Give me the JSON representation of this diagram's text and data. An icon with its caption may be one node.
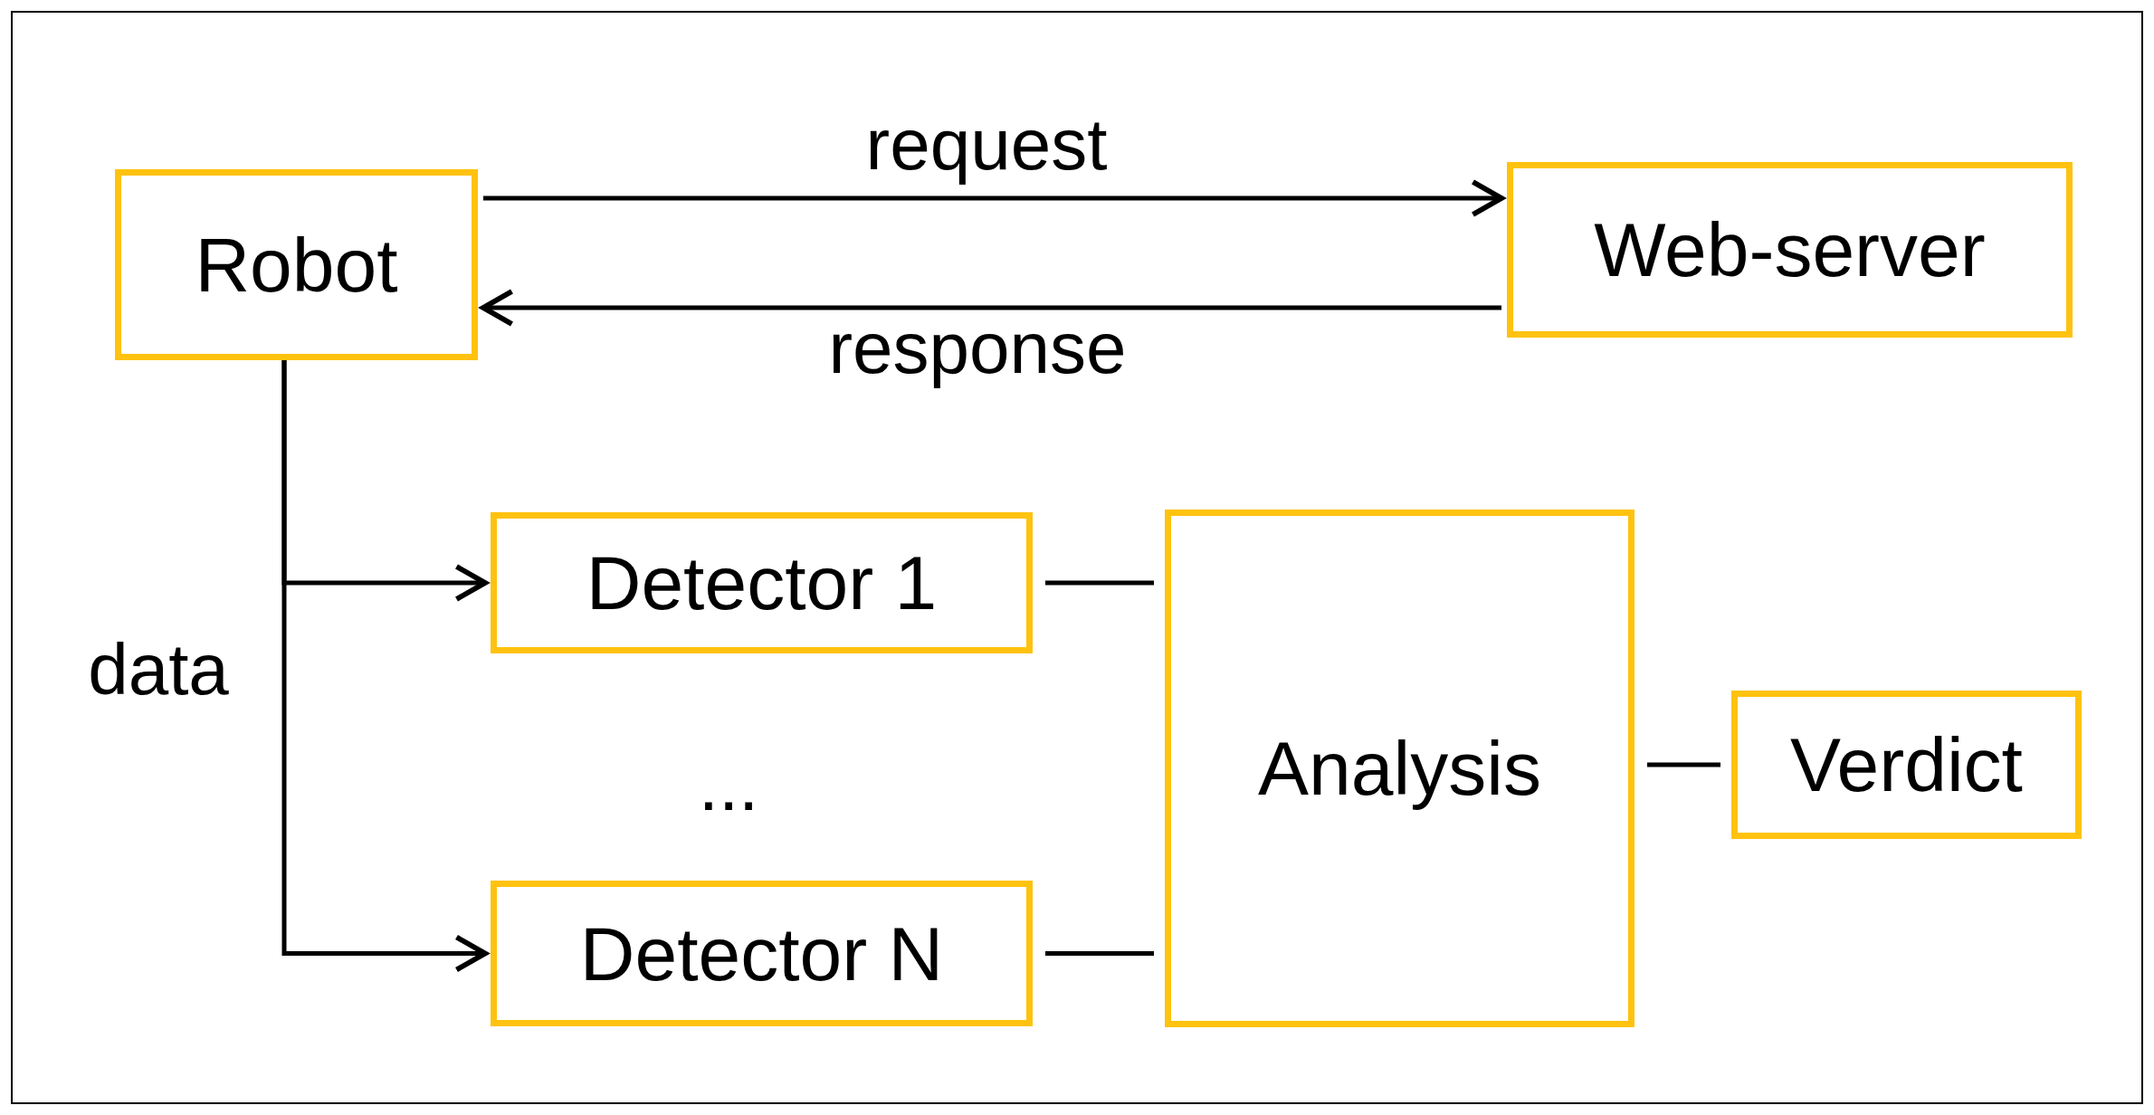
{
  "diagram": {
    "nodes": [
      {
        "text": [
          "Robot"
        ]
      },
      {
        "text": [
          "Web-server"
        ]
      },
      {
        "text": [
          "Detector 1"
        ]
      },
      {
        "text": [
          "Detector N"
        ]
      },
      {
        "text": [
          "Analysis"
        ]
      },
      {
        "text": [
          "Verdict"
        ]
      }
    ],
    "edges": [
      {
        "from": 0,
        "to": 1,
        "arrow": "to",
        "label": "request"
      },
      {
        "from": 1,
        "to": 0,
        "arrow": "to",
        "label": "response"
      },
      {
        "from": 0,
        "to": 2,
        "arrow": "to",
        "label": "data"
      },
      {
        "from": 0,
        "to": 3,
        "arrow": "to"
      },
      {
        "from": 2,
        "to": 4,
        "arrow": "none"
      },
      {
        "from": 3,
        "to": 4,
        "arrow": "none"
      },
      {
        "from": 4,
        "to": 5,
        "arrow": "none"
      }
    ],
    "labels": [
      "..."
    ]
  }
}
